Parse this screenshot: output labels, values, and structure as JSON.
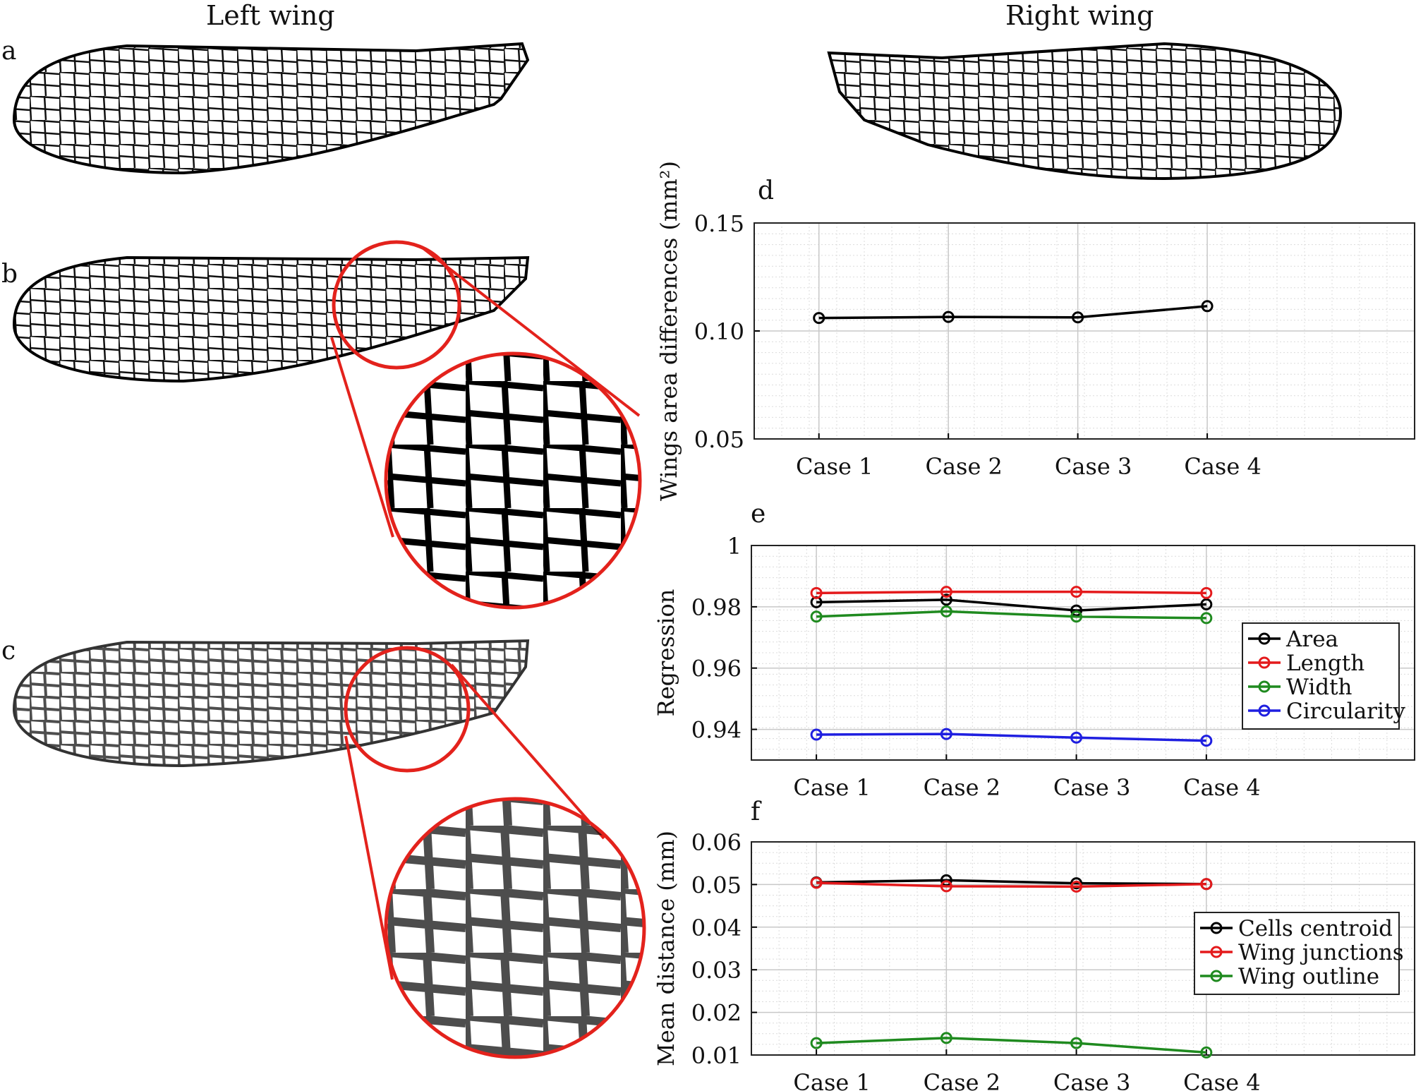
{
  "column_titles": {
    "left": "Left wing",
    "right": "Right wing"
  },
  "panel_letters": {
    "a": "a",
    "b": "b",
    "c": "c",
    "d": "d",
    "e": "e",
    "f": "f"
  },
  "colors": {
    "zoom": "#e3221c",
    "black": "#000000",
    "red": "#e41a1c",
    "green": "#1f8a1f",
    "blue": "#1f1fe0",
    "grid": "#cfcfcf"
  },
  "chart_data": [
    {
      "id": "d",
      "type": "line",
      "categories": [
        "Case 1",
        "Case 2",
        "Case 3",
        "Case 4"
      ],
      "ylabel": "Wings area differences (mm²)",
      "ylim": [
        0.05,
        0.15
      ],
      "yticks": [
        0.05,
        0.1,
        0.15
      ],
      "ytick_labels": [
        "0.05",
        "0.10",
        "0.15"
      ],
      "grid": true,
      "legend": "none",
      "series": [
        {
          "color": "#000000",
          "values": [
            0.106,
            0.1065,
            0.1063,
            0.1115
          ]
        }
      ]
    },
    {
      "id": "e",
      "type": "line",
      "categories": [
        "Case 1",
        "Case 2",
        "Case 3",
        "Case 4"
      ],
      "ylabel": "Regression",
      "ylim": [
        0.93,
        1.0
      ],
      "yticks": [
        0.94,
        0.96,
        0.98,
        1.0
      ],
      "ytick_labels": [
        "0.94",
        "0.96",
        "0.98",
        "1"
      ],
      "grid": true,
      "legend": "lower-right",
      "series": [
        {
          "name": "Area",
          "color": "#000000",
          "values": [
            0.9815,
            0.9823,
            0.9788,
            0.9808
          ]
        },
        {
          "name": "Length",
          "color": "#e41a1c",
          "values": [
            0.9845,
            0.9849,
            0.9849,
            0.9845
          ]
        },
        {
          "name": "Width",
          "color": "#1f8a1f",
          "values": [
            0.9768,
            0.9785,
            0.9768,
            0.9763
          ]
        },
        {
          "name": "Circularity",
          "color": "#1f1fe0",
          "values": [
            0.9383,
            0.9385,
            0.9373,
            0.9363
          ]
        }
      ]
    },
    {
      "id": "f",
      "type": "line",
      "categories": [
        "Case 1",
        "Case 2",
        "Case 3",
        "Case 4"
      ],
      "ylabel": "Mean distance (mm)",
      "ylim": [
        0.01,
        0.06
      ],
      "yticks": [
        0.01,
        0.02,
        0.03,
        0.04,
        0.05,
        0.06
      ],
      "ytick_labels": [
        "0.01",
        "0.02",
        "0.03",
        "0.04",
        "0.05",
        "0.06"
      ],
      "grid": true,
      "legend": "lower-right",
      "series": [
        {
          "name": "Cells centroid",
          "color": "#000000",
          "values": [
            0.0505,
            0.051,
            0.0503,
            0.0501
          ]
        },
        {
          "name": "Wing junctions",
          "color": "#e41a1c",
          "values": [
            0.0504,
            0.0496,
            0.0495,
            0.0501
          ]
        },
        {
          "name": "Wing outline",
          "color": "#1f8a1f",
          "values": [
            0.0128,
            0.014,
            0.0128,
            0.0106
          ]
        }
      ]
    }
  ]
}
